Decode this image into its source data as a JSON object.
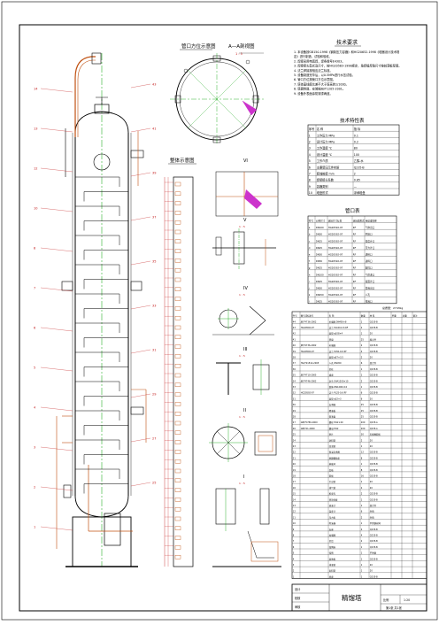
{
  "drawing": {
    "title_block_name": "精馏塔",
    "colors": {
      "outline": "#000000",
      "centerline": "#00a000",
      "piping": "#c05010",
      "dimension": "#c01010",
      "highlight": "#cc33cc"
    },
    "view_labels": {
      "nozzle_orientation": "管口方位示意图",
      "section_a": "A—A剖视图",
      "section_a_scale": "1 : 5",
      "overall": "整体示意图",
      "detail_vi": "VI",
      "detail_v": "V",
      "detail_iv": "IV",
      "detail_iii": "III",
      "detail_ii": "II",
      "detail_i": "I",
      "detail_scale": "1 : 5"
    },
    "tech_requirements": {
      "heading": "技术要求",
      "items": [
        "1. 本设备按GB150-1998《钢制压力容器》和HG20652-1998《塔器设计技术规定》进行制造、试验和验收。",
        "2. 焊接采用电弧焊，焊条牌号E4303。",
        "3. 焊接接头型式及尺寸，按HG20583-1998规定，角焊缝焊角尺寸按较薄板厚度。",
        "4. 法兰焊接按相应法兰标准。",
        "5. 设备制造完毕后，以0.5MPa进行水压试验。",
        "6. 管口方位按管口方位示意图。",
        "7. 塔体直线度允差不大于塔高的1/1000。",
        "8. 塔盘制造、安装按JB/T1205-2001。",
        "9. 设备外表面涂防锈漆两道。"
      ]
    },
    "tech_table": {
      "heading": "技术特性表",
      "rows": [
        [
          "序号",
          "名 称",
          "指 标"
        ],
        [
          "1",
          "工作压力 MPa",
          "0.1"
        ],
        [
          "2",
          "设计压力 MPa",
          "0.2"
        ],
        [
          "3",
          "工作温度 ℃",
          "80"
        ],
        [
          "4",
          "设计温度 ℃",
          "100"
        ],
        [
          "5",
          "工作介质",
          "乙醇-水"
        ],
        [
          "6",
          "主要受压元件材质",
          "Q235-B"
        ],
        [
          "7",
          "腐蚀裕度 mm",
          "2"
        ],
        [
          "8",
          "焊接接头系数",
          "0.85"
        ],
        [
          "9",
          "容器类别",
          "—"
        ],
        [
          "10",
          "塔盘形式",
          "浮阀塔盘"
        ]
      ]
    },
    "nozzle_table": {
      "heading": "管口表",
      "header": [
        "符号",
        "公称尺寸",
        "连接尺寸标准",
        "连接面形式",
        "用途或名称"
      ],
      "rows": [
        [
          "a",
          "DN100",
          "HG20592-97",
          "RF",
          "气体出口"
        ],
        [
          "b",
          "DN50",
          "HG20592-97",
          "RF",
          "回流口"
        ],
        [
          "c",
          "DN25",
          "HG20592-97",
          "RF",
          "温度计口"
        ],
        [
          "d",
          "DN25",
          "HG20592-97",
          "RF",
          "压力计口"
        ],
        [
          "e",
          "DN50",
          "HG20592-97",
          "RF",
          "进料口"
        ],
        [
          "f",
          "DN50",
          "HG20592-97",
          "RF",
          "进料口"
        ],
        [
          "g",
          "DN25",
          "HG20592-97",
          "RF",
          "取样口"
        ],
        [
          "h",
          "DN100",
          "HG20592-97",
          "RF",
          "气体进口"
        ],
        [
          "i",
          "DN25",
          "HG20592-97",
          "RF",
          "液面计口"
        ],
        [
          "j",
          "DN50",
          "HG20592-97",
          "RF",
          "釜液出口"
        ],
        [
          "k",
          "DN450",
          "HG20592-97",
          "RF",
          "人孔"
        ],
        [
          "l",
          "DN25",
          "HG20592-97",
          "RF",
          "排液口"
        ]
      ]
    },
    "parts_note": "总质量：2743kg",
    "parts_header": [
      "件号",
      "图号或标准号",
      "名 称",
      "数量",
      "材 料",
      "单重",
      "总重",
      "备注"
    ],
    "parts_rows": [
      [
        "44",
        "JB/T4736-2002",
        "补强圈 DN450×8",
        "1",
        "Q235-B",
        "",
        "",
        ""
      ],
      [
        "43",
        "HG20592-97",
        "法兰 PL100-0.6 RF",
        "2",
        "Q235-B",
        "",
        "",
        ""
      ],
      [
        "42",
        "",
        "接管 φ108×4",
        "1",
        "20",
        "",
        "",
        ""
      ],
      [
        "41",
        "",
        "塔盘",
        "25",
        "组合件",
        "",
        "",
        ""
      ],
      [
        "40",
        "JB/T4736-2002",
        "补强圈",
        "2",
        "Q235-B",
        "",
        "",
        ""
      ],
      [
        "39",
        "HG20592-97",
        "法兰 PL50-0.6 RF",
        "4",
        "Q235-B",
        "",
        "",
        ""
      ],
      [
        "38",
        "",
        "接管 φ57×3.5",
        "2",
        "20",
        "",
        "",
        ""
      ],
      [
        "37",
        "HG/T21514-2005",
        "人孔 DN450",
        "6",
        "组合件",
        "",
        "",
        ""
      ],
      [
        "36",
        "",
        "吊柱",
        "1",
        "Q235-B",
        "",
        "",
        ""
      ],
      [
        "35",
        "JB/T4710-2005",
        "裙座",
        "1",
        "Q235-B",
        "",
        "",
        ""
      ],
      [
        "34",
        "JB/T4746-2002",
        "封头 EHA1200×10",
        "2",
        "Q235-B",
        "",
        "",
        ""
      ],
      [
        "33",
        "",
        "筒体 DN1200×10",
        "1",
        "Q235-B",
        "",
        "",
        ""
      ],
      [
        "32",
        "HG20592-97",
        "法兰 PL25-0.6 RF",
        "6",
        "Q235-B",
        "",
        "",
        ""
      ],
      [
        "31",
        "",
        "接管 φ32×3",
        "6",
        "20",
        "",
        "",
        ""
      ],
      [
        "30",
        "",
        "支承圈",
        "25",
        "Q235-B",
        "",
        "",
        ""
      ],
      [
        "29",
        "",
        "降液板",
        "25",
        "Q235-B",
        "",
        "",
        ""
      ],
      [
        "28",
        "",
        "受液盘",
        "25",
        "Q235-B",
        "",
        "",
        ""
      ],
      [
        "27",
        "GB/T5780-2000",
        "螺栓 M12×40",
        "200",
        "Q235-A",
        "",
        "",
        ""
      ],
      [
        "26",
        "GB/T41-2000",
        "螺母 M12",
        "200",
        "Q235-A",
        "",
        "",
        ""
      ],
      [
        "25",
        "",
        "垫片",
        "30",
        "石棉橡胶板",
        "",
        "",
        ""
      ],
      [
        "24",
        "",
        "进料管",
        "2",
        "20",
        "",
        "",
        ""
      ],
      [
        "23",
        "",
        "回流管",
        "1",
        "20",
        "",
        "",
        ""
      ],
      [
        "22",
        "",
        "保温支承圈",
        "12",
        "Q235-B",
        "",
        "",
        ""
      ],
      [
        "21",
        "",
        "地脚螺栓座",
        "8",
        "Q235-B",
        "",
        "",
        ""
      ],
      [
        "20",
        "",
        "基础环",
        "1",
        "Q235-B",
        "",
        "",
        ""
      ],
      [
        "19",
        "",
        "盖板",
        "8",
        "Q235-B",
        "",
        "",
        ""
      ],
      [
        "18",
        "",
        "筋板",
        "16",
        "Q235-B",
        "",
        "",
        ""
      ],
      [
        "17",
        "",
        "引出管",
        "1",
        "20",
        "",
        "",
        ""
      ],
      [
        "16",
        "",
        "排气管",
        "2",
        "20",
        "",
        "",
        ""
      ],
      [
        "15",
        "",
        "检查孔",
        "2",
        "Q235-B",
        "",
        "",
        ""
      ],
      [
        "14",
        "",
        "塔顶挡板",
        "1",
        "Q235-B",
        "",
        "",
        ""
      ],
      [
        "13",
        "",
        "液面计",
        "1",
        "组合件",
        "",
        "",
        ""
      ],
      [
        "12",
        "",
        "温度计",
        "6",
        "外购",
        "",
        "",
        ""
      ],
      [
        "11",
        "",
        "压力表",
        "2",
        "外购",
        "",
        "",
        ""
      ],
      [
        "10",
        "",
        "除沫器",
        "1",
        "不锈钢丝网",
        "",
        "",
        ""
      ],
      [
        "9",
        "",
        "支座",
        "4",
        "Q235-B",
        "",
        "",
        ""
      ],
      [
        "8",
        "",
        "加强圈",
        "4",
        "Q235-B",
        "",
        "",
        ""
      ],
      [
        "7",
        "",
        "吊耳",
        "2",
        "Q235-B",
        "",
        "",
        ""
      ],
      [
        "6",
        "",
        "铭牌座",
        "1",
        "Q235-B",
        "",
        "",
        ""
      ],
      [
        "5",
        "",
        "铭牌",
        "1",
        "不锈钢",
        "",
        "",
        ""
      ],
      [
        "4",
        "",
        "接地板",
        "1",
        "Q235-B",
        "",
        "",
        ""
      ],
      [
        "3",
        "",
        "排液管",
        "1",
        "20",
        "",
        "",
        ""
      ],
      [
        "2",
        "",
        "出料管",
        "1",
        "20",
        "",
        "",
        ""
      ],
      [
        "1",
        "",
        "底座",
        "1",
        "Q235-B",
        "",
        "",
        ""
      ]
    ],
    "title_block": {
      "designer_label": "设计",
      "checker_label": "校核",
      "approver_label": "审核",
      "scale_label": "比例",
      "scale_value": "1:20",
      "sheet_label": "第1张 共1张"
    }
  }
}
